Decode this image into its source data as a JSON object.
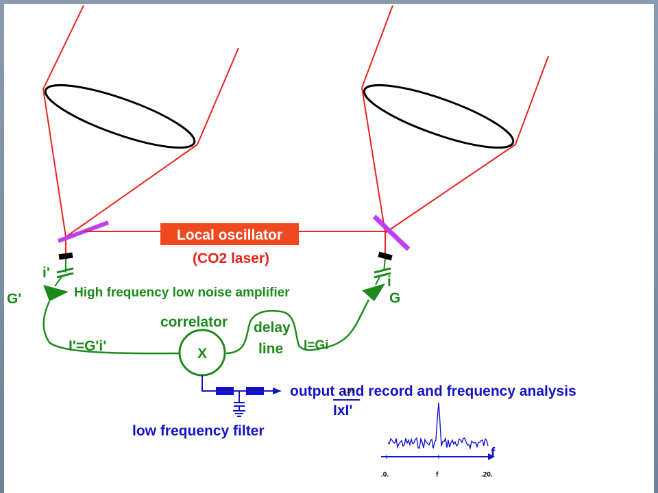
{
  "labels": {
    "local_oscillator": "Local oscillator",
    "co2_laser": "(CO2 laser)",
    "amplifier": "High frequency low noise amplifier",
    "gain_left": "G'",
    "gain_right": "G",
    "current_left": "i'",
    "current_right": "i",
    "correlator": "correlator",
    "correlator_symbol": "X",
    "delay_line_1": "delay",
    "delay_line_2": "line",
    "signal_left": "I'=G'i'",
    "signal_right": "I=Gi",
    "output": "output and record and frequency analysis",
    "product": "IxI'",
    "filter": "low frequency filter"
  },
  "spectrum": {
    "axis_label": "f",
    "ticks": [
      ".0.",
      "f",
      ".20."
    ],
    "y_tick": "1.00"
  },
  "colors": {
    "beam": "#e8231b",
    "oscillator_bg": "#f0481f",
    "oscillator_text": "#ffffff",
    "co2_text": "#e8231b",
    "mirror": "#c23ef2",
    "electronics": "#1b8a1b",
    "output": "#1212c8",
    "telescope": "#000000"
  }
}
